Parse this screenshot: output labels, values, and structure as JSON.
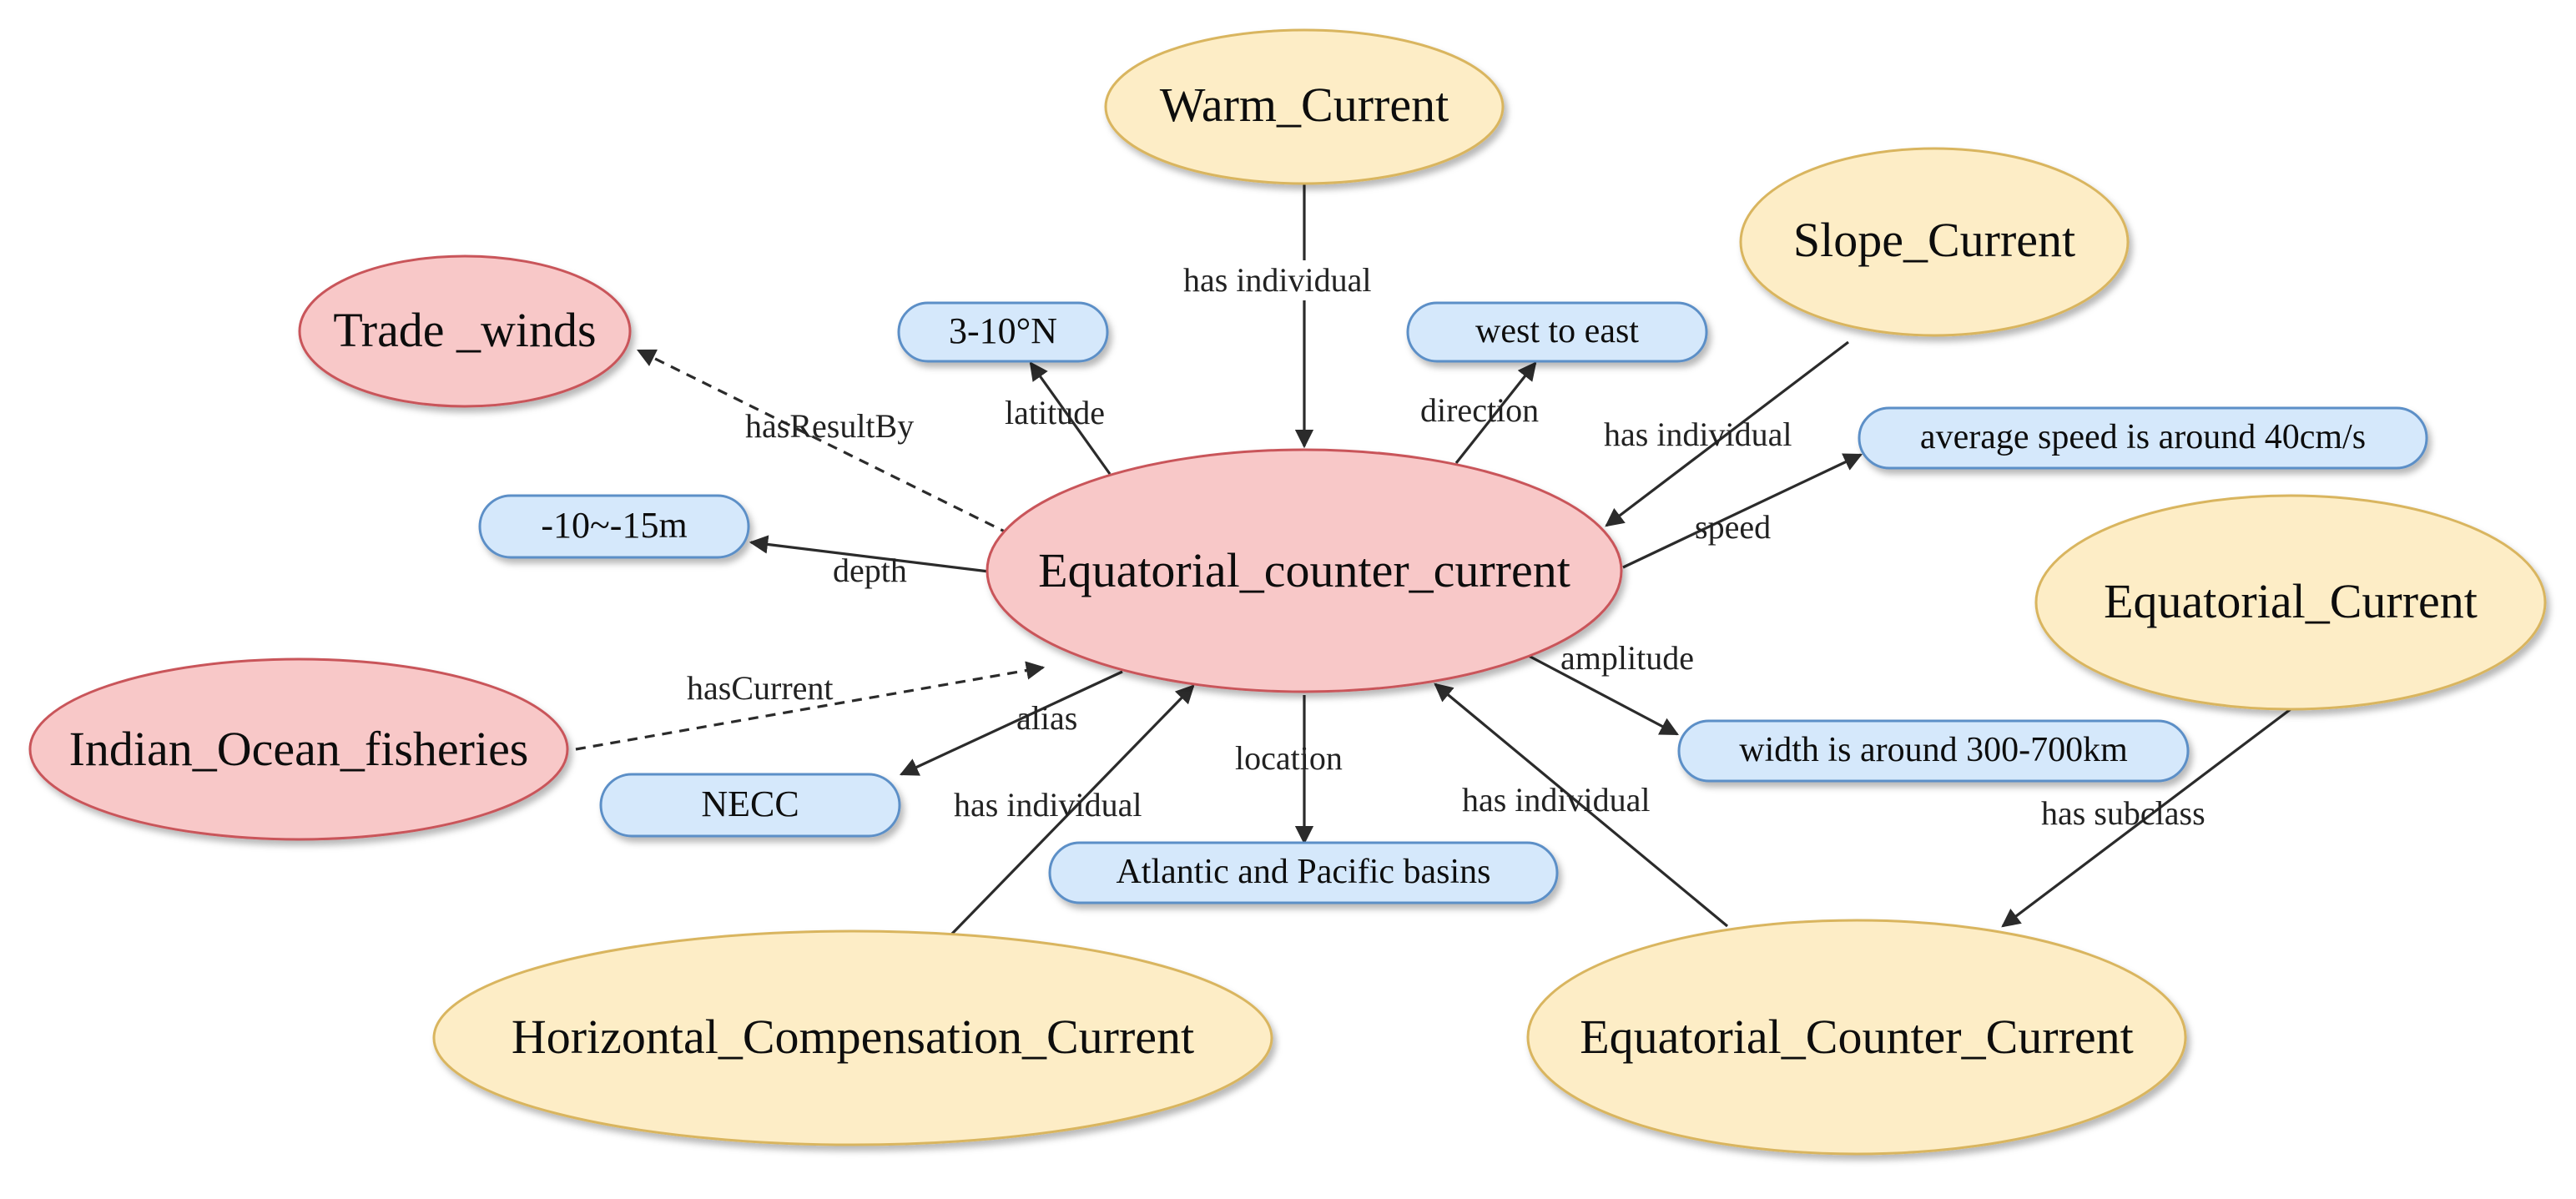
{
  "colors": {
    "instance_fill": "#f8c8c8",
    "instance_stroke": "#c9555a",
    "class_fill": "#fdedc6",
    "class_stroke": "#d9b55e",
    "value_fill": "#d5e8fb",
    "value_stroke": "#5c8fc7",
    "edge": "#2b2b2b"
  },
  "nodes": {
    "warm_current": "Warm_Current",
    "slope_current": "Slope_Current",
    "trade_winds": "Trade _winds",
    "equatorial_counter_current_instance": "Equatorial_counter_current",
    "equatorial_current": "Equatorial_Current",
    "indian_ocean_fisheries": "Indian_Ocean_fisheries",
    "horizontal_compensation_current": "Horizontal_Compensation_Current",
    "equatorial_counter_current_class": "Equatorial_Counter_Current",
    "latitude_value": "3-10°N",
    "direction_value": "west to east",
    "speed_value": "average speed is around 40cm/s",
    "depth_value": "-10~-15m",
    "amplitude_value": "width is around 300-700km",
    "alias_value": "NECC",
    "location_value": "Atlantic and Pacific basins"
  },
  "edges": {
    "warm_has_individual": "has individual",
    "slope_has_individual": "has individual",
    "has_result_by": "hasResultBy",
    "latitude": "latitude",
    "direction": "direction",
    "speed": "speed",
    "depth": "depth",
    "amplitude": "amplitude",
    "has_current": "hasCurrent",
    "alias": "alias",
    "location": "location",
    "horizontal_has_individual": "has individual",
    "counter_has_individual": "has individual",
    "has_subclass": "has subclass"
  }
}
